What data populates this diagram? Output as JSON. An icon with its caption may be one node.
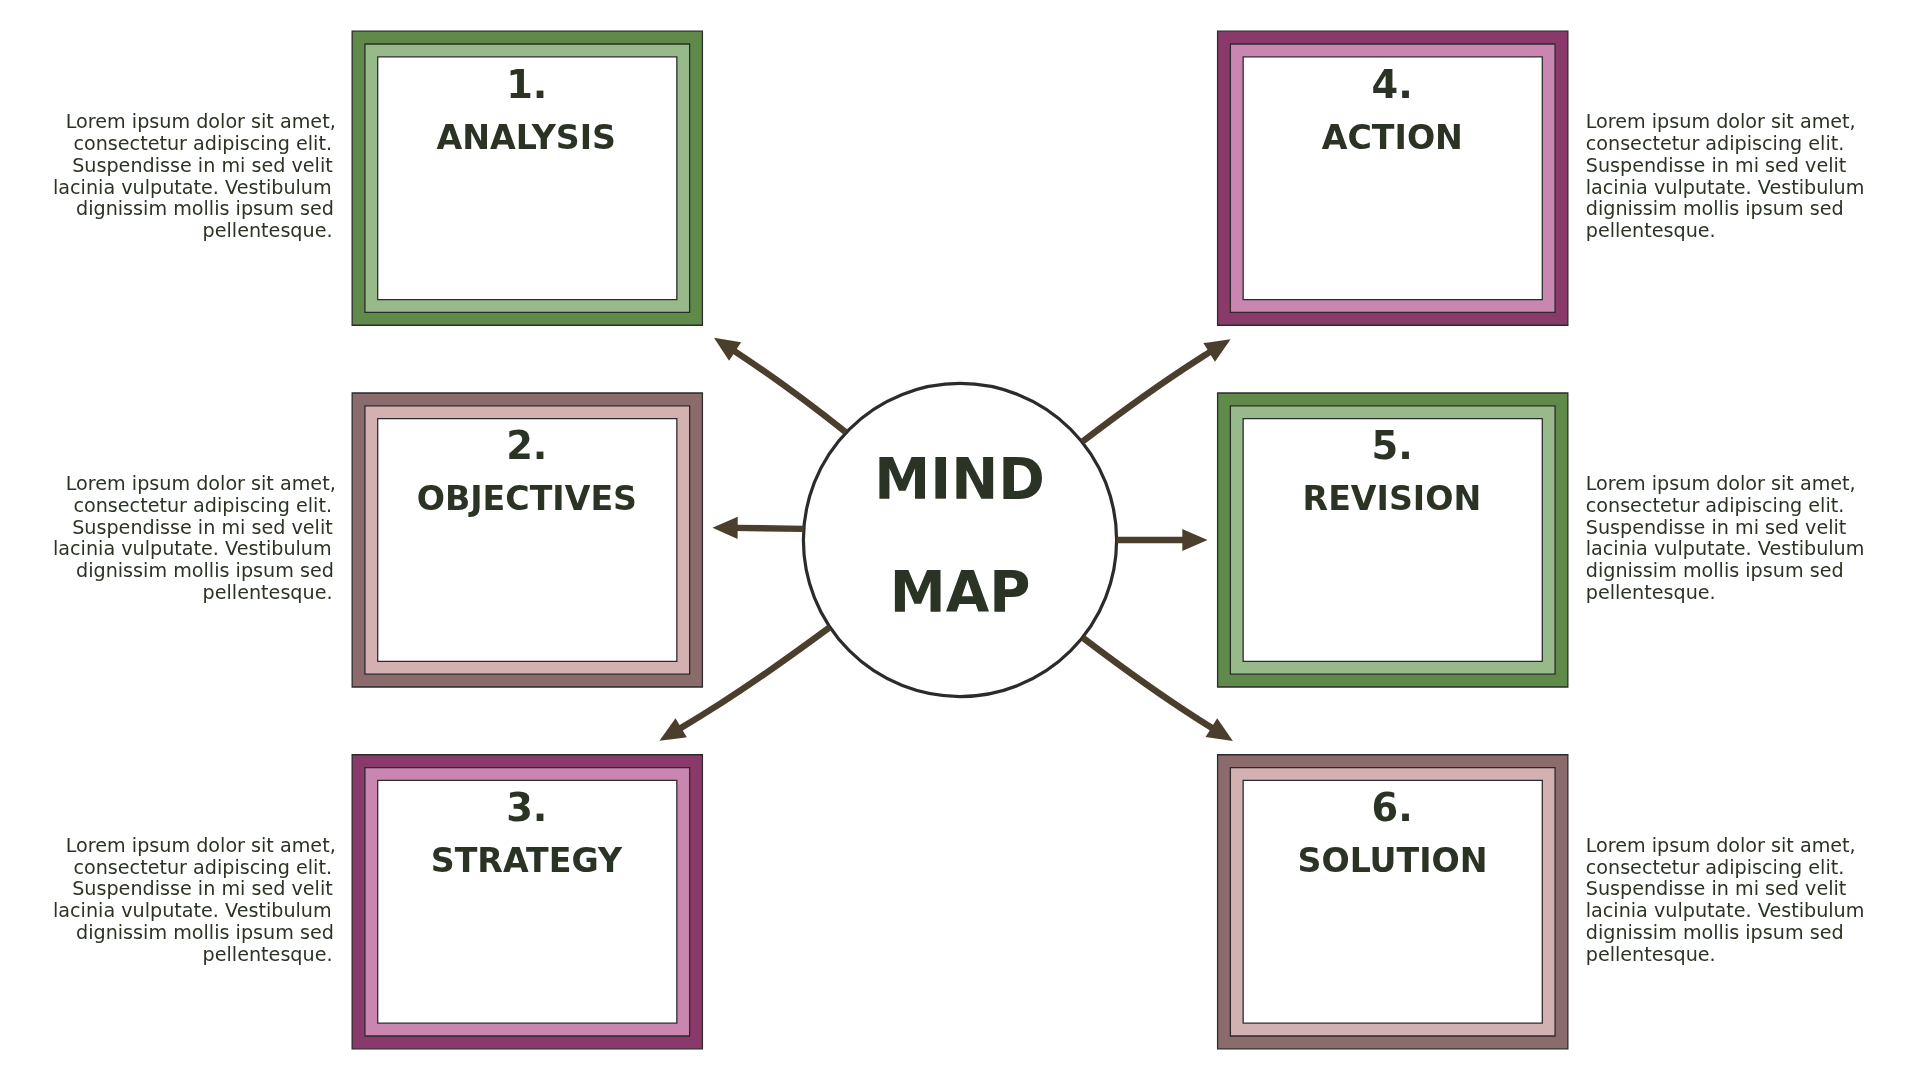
{
  "diagram": {
    "nodes": [
      {
        "text": [
          "MIND",
          "MAP"
        ]
      },
      {
        "text": [
          "1.",
          "ANALYSIS"
        ],
        "beside": [
          "Lorem ipsum dolor sit amet, consectetur adipiscing elit. Suspendisse in mi sed velit lacinia vulputate. Vestibulum dignissim mollis ipsum sed pellentesque."
        ]
      },
      {
        "text": [
          "2.",
          "OBJECTIVES"
        ],
        "beside": [
          "Lorem ipsum dolor sit amet, consectetur adipiscing elit. Suspendisse in mi sed velit lacinia vulputate. Vestibulum dignissim mollis ipsum sed pellentesque."
        ]
      },
      {
        "text": [
          "3.",
          "STRATEGY"
        ],
        "beside": [
          "Lorem ipsum dolor sit amet, consectetur adipiscing elit. Suspendisse in mi sed velit lacinia vulputate. Vestibulum dignissim mollis ipsum sed pellentesque."
        ]
      },
      {
        "text": [
          "4.",
          "ACTION"
        ],
        "beside": [
          "Lorem ipsum dolor sit amet, consectetur adipiscing elit. Suspendisse in mi sed velit lacinia vulputate. Vestibulum dignissim mollis ipsum sed pellentesque."
        ]
      },
      {
        "text": [
          "5.",
          "REVISION"
        ],
        "beside": [
          "Lorem ipsum dolor sit amet, consectetur adipiscing elit. Suspendisse in mi sed velit lacinia vulputate. Vestibulum dignissim mollis ipsum sed pellentesque."
        ]
      },
      {
        "text": [
          "6.",
          "SOLUTION"
        ],
        "beside": [
          "Lorem ipsum dolor sit amet, consectetur adipiscing elit. Suspendisse in mi sed velit lacinia vulputate. Vestibulum dignissim mollis ipsum sed pellentesque."
        ]
      }
    ],
    "edges": [
      {
        "from": 0,
        "to": 1,
        "arrow": "to"
      },
      {
        "from": 0,
        "to": 2,
        "arrow": "to"
      },
      {
        "from": 0,
        "to": 3,
        "arrow": "to"
      },
      {
        "from": 0,
        "to": 4,
        "arrow": "to"
      },
      {
        "from": 0,
        "to": 5,
        "arrow": "to"
      },
      {
        "from": 0,
        "to": 6,
        "arrow": "to"
      }
    ]
  }
}
